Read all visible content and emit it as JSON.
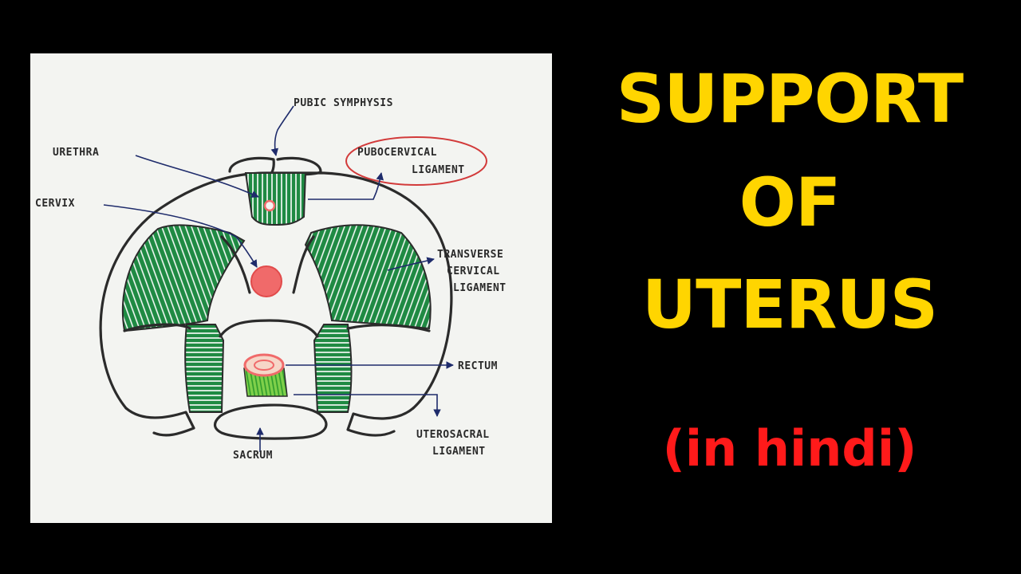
{
  "title": {
    "line1": "SUPPORT",
    "line2": "OF",
    "line3": "UTERUS",
    "subtitle": "(in hindi)"
  },
  "diagram": {
    "labels": {
      "pubic_symphysis": "PUBIC SYMPHYSIS",
      "urethra": "URETHRA",
      "pubocervical_1": "PUBOCERVICAL",
      "pubocervical_2": "LIGAMENT",
      "cervix": "CERVIX",
      "transverse_1": "TRANSVERSE",
      "transverse_2": "CERVICAL",
      "transverse_3": "LIGAMENT",
      "rectum": "RECTUM",
      "uterosacral_1": "UTEROSACRAL",
      "uterosacral_2": "LIGAMENT",
      "sacrum": "SACRUM"
    }
  },
  "colors": {
    "background": "#000000",
    "title": "#ffd500",
    "subtitle": "#ff1a1a",
    "ligament_green": "#1f8a43",
    "organ_pink": "#f06a6a",
    "paper": "#f3f4f1"
  }
}
